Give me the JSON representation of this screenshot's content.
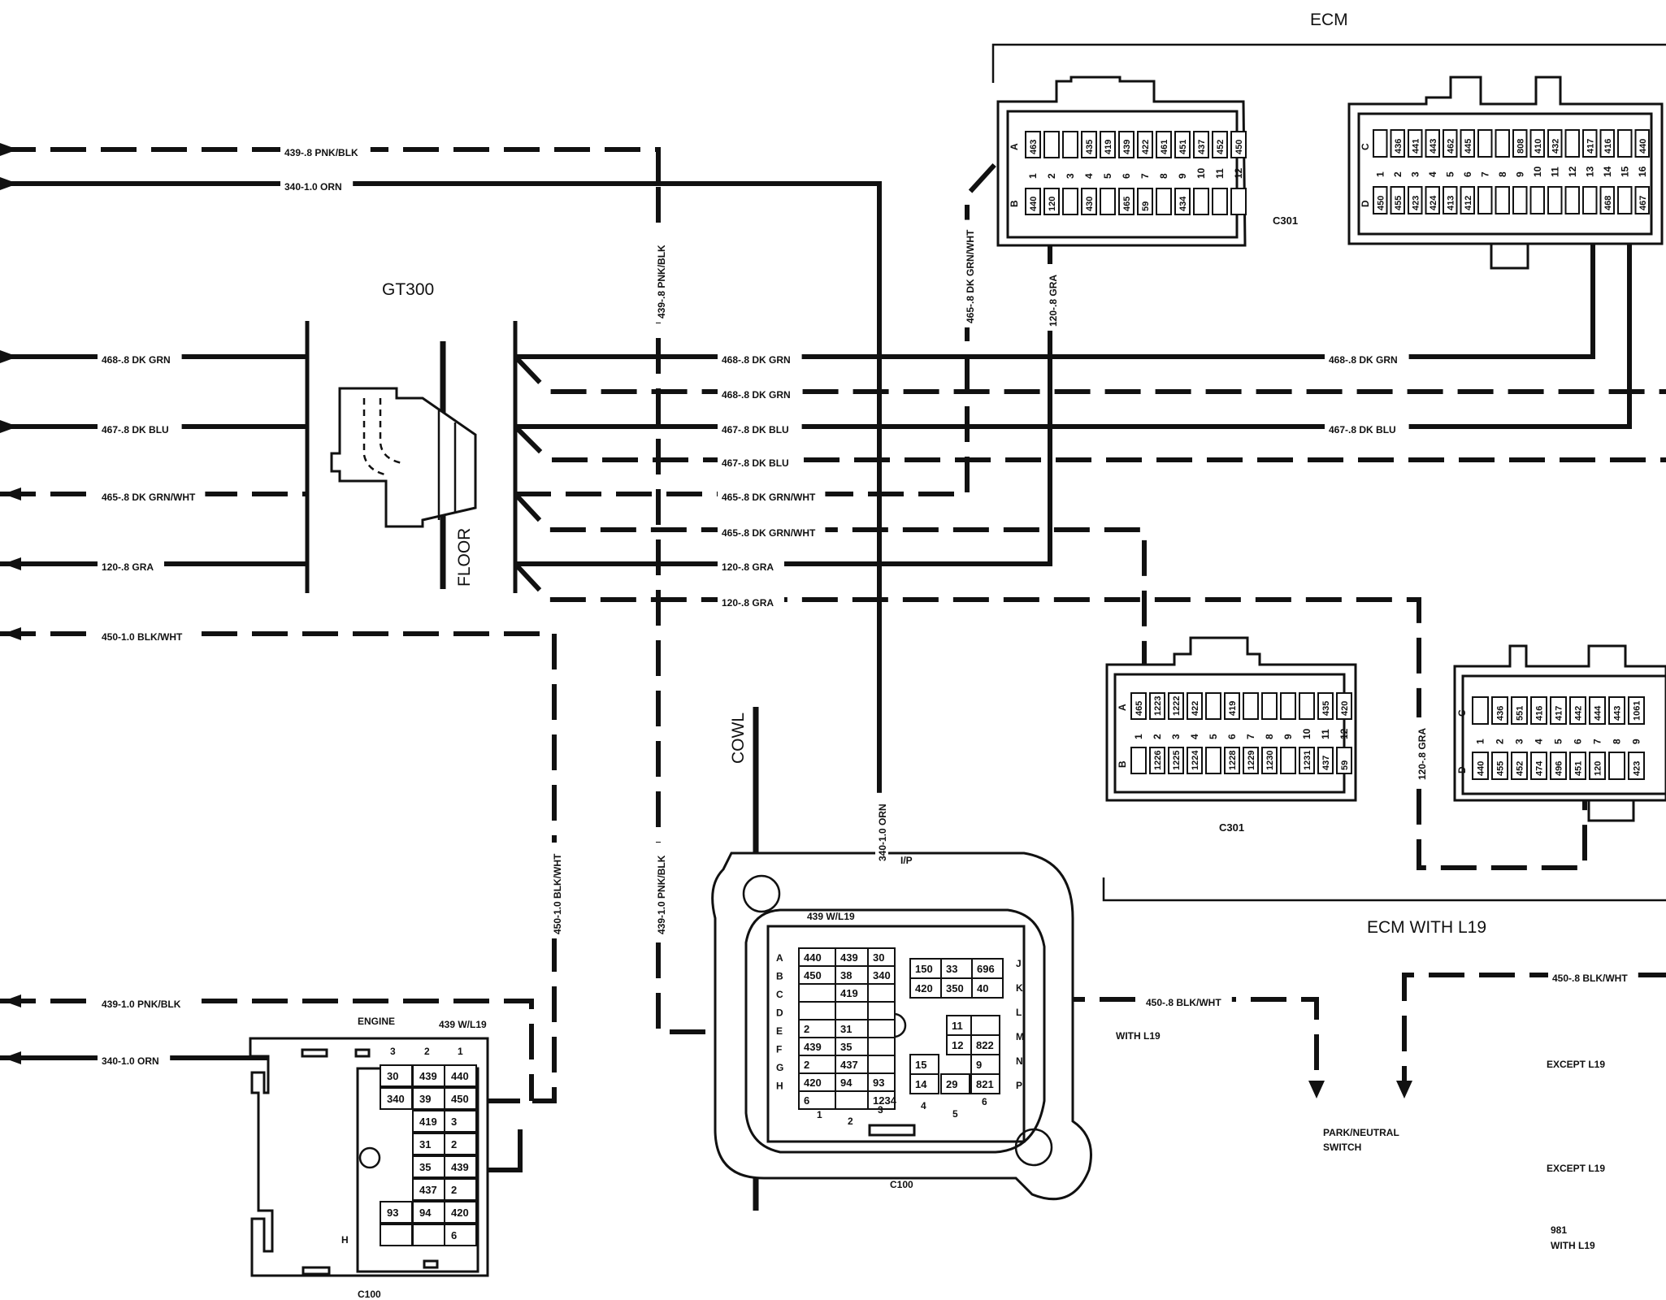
{
  "labels": {
    "ecm": "ECM",
    "ecm_with_l19": "ECM WITH L19",
    "gt300": "GT300",
    "floor": "FLOOR",
    "cowl": "COWL",
    "ip": "I/P",
    "engine": "ENGINE",
    "c301_top": "C301",
    "c301_lower": "C301",
    "c100_center": "C100",
    "c100_left": "C100",
    "with_l19": "WITH L19",
    "except_l19_1": "EXCEPT L19",
    "except_l19_2": "EXCEPT L19",
    "label_981": "981",
    "label_981_with": "WITH L19",
    "park_neutral_1": "PARK/NEUTRAL",
    "park_neutral_2": "SWITCH",
    "c100_439_wl19": "439 W/L19",
    "engine_439_wl19": "439 W/L19"
  },
  "wires": {
    "w439_top": "439-.8 PNK/BLK",
    "w340_top": "340-1.0 ORN",
    "w439_vert": "439-.8 PNK/BLK",
    "w468_left": "468-.8 DK GRN",
    "w467_left": "467-.8 DK BLU",
    "w465_left": "465-.8 DK GRN/WHT",
    "w120_left": "120-.8 GRA",
    "w450_left": "450-1.0 BLK/WHT",
    "w468_a": "468-.8 DK GRN",
    "w468_b": "468-.8 DK GRN",
    "w467_a": "467-.8 DK BLU",
    "w467_b": "467-.8 DK BLU",
    "w465_a": "465-.8 DK GRN/WHT",
    "w465_b": "465-.8 DK GRN/WHT",
    "w120_a": "120-.8 GRA",
    "w120_b": "120-.8 GRA",
    "w468_right": "468-.8 DK GRN",
    "w467_right": "467-.8 DK BLU",
    "w465_vert": "465-.8 DK GRN/WHT",
    "w120_vert": "120-.8 GRA",
    "w120_vert_lower": "120-.8 GRA",
    "w340_vert": "340-1.0 ORN",
    "w439_vert_lower": "439-1.0 PNK/BLK",
    "w450_vert": "450-1.0 BLK/WHT",
    "w439_bottom": "439-1.0 PNK/BLK",
    "w340_bottom": "340-1.0 ORN",
    "w450_c100": "450-.8 BLK/WHT",
    "w450_right": "450-.8 BLK/WHT"
  },
  "c301_top": {
    "row_a_letter": "A",
    "row_b_letter": "B",
    "row_a": [
      "463",
      "",
      "",
      "435",
      "419",
      "439",
      "422",
      "461",
      "451",
      "437",
      "452",
      "450"
    ],
    "numbers": [
      "1",
      "2",
      "3",
      "4",
      "5",
      "6",
      "7",
      "8",
      "9",
      "10",
      "11",
      "12"
    ],
    "row_b": [
      "440",
      "120",
      "",
      "430",
      "",
      "465",
      "59",
      "",
      "434",
      "",
      "",
      ""
    ]
  },
  "c301_right_top": {
    "row_c_letter": "C",
    "row_d_letter": "D",
    "row_c": [
      "",
      "436",
      "441",
      "443",
      "462",
      "445",
      "",
      "",
      "808",
      "410",
      "432",
      "",
      "417",
      "416",
      "",
      "440"
    ],
    "numbers": [
      "1",
      "2",
      "3",
      "4",
      "5",
      "6",
      "7",
      "8",
      "9",
      "10",
      "11",
      "12",
      "13",
      "14",
      "15",
      "16"
    ],
    "row_d": [
      "450",
      "455",
      "423",
      "424",
      "413",
      "412",
      "",
      "",
      "",
      "",
      "",
      "",
      "",
      "468",
      "",
      "467"
    ]
  },
  "c301_lower": {
    "row_a_letter": "A",
    "row_b_letter": "B",
    "row_a": [
      "465",
      "1223",
      "1222",
      "422",
      "",
      "419",
      "",
      "",
      "",
      "",
      "435",
      "420"
    ],
    "numbers": [
      "1",
      "2",
      "3",
      "4",
      "5",
      "6",
      "7",
      "8",
      "9",
      "10",
      "11",
      "12"
    ],
    "row_b": [
      "",
      "1226",
      "1225",
      "1224",
      "",
      "1228",
      "1229",
      "1230",
      "",
      "1231",
      "437",
      "59"
    ]
  },
  "c301_right_lower": {
    "row_c_letter": "C",
    "row_d_letter": "D",
    "row_c": [
      "",
      "436",
      "551",
      "416",
      "417",
      "442",
      "444",
      "443",
      "1061"
    ],
    "numbers": [
      "1",
      "2",
      "3",
      "4",
      "5",
      "6",
      "7",
      "8",
      "9"
    ],
    "row_d": [
      "440",
      "455",
      "452",
      "474",
      "496",
      "451",
      "120",
      "",
      "423"
    ]
  },
  "c100_center": {
    "left_letters": [
      "A",
      "B",
      "C",
      "D",
      "E",
      "F",
      "G",
      "H"
    ],
    "right_letters": [
      "J",
      "K",
      "L",
      "M",
      "N",
      "P"
    ],
    "bottom_numbers": [
      "1",
      "2",
      "3",
      "4",
      "5",
      "6"
    ],
    "grid_left": [
      [
        "440",
        "439",
        "30"
      ],
      [
        "450",
        "38",
        "340"
      ],
      [
        "",
        "419",
        ""
      ],
      [
        "",
        "",
        ""
      ],
      [
        "2",
        "31",
        ""
      ],
      [
        "439",
        "35",
        ""
      ],
      [
        "2",
        "437",
        ""
      ],
      [
        "420",
        "94",
        "93"
      ],
      [
        "6",
        "",
        "1234"
      ]
    ],
    "grid_right_top": [
      [
        "150",
        "33",
        "696"
      ],
      [
        "420",
        "350",
        "40"
      ]
    ],
    "grid_right_mid": [
      [
        "11",
        ""
      ],
      [
        "12",
        "822"
      ],
      [
        "15",
        "9"
      ],
      [
        "14",
        "29",
        "821"
      ]
    ]
  },
  "c100_left": {
    "top_numbers": [
      "3",
      "2",
      "1"
    ],
    "rows": [
      [
        "30",
        "439",
        "440"
      ],
      [
        "340",
        "39",
        "450"
      ],
      [
        "419",
        "3"
      ],
      [
        "31",
        "2"
      ],
      [
        "35",
        "439"
      ],
      [
        "437",
        "2"
      ],
      [
        "93",
        "94",
        "420"
      ],
      [
        "",
        "",
        "6"
      ]
    ],
    "h_letter": "H"
  }
}
